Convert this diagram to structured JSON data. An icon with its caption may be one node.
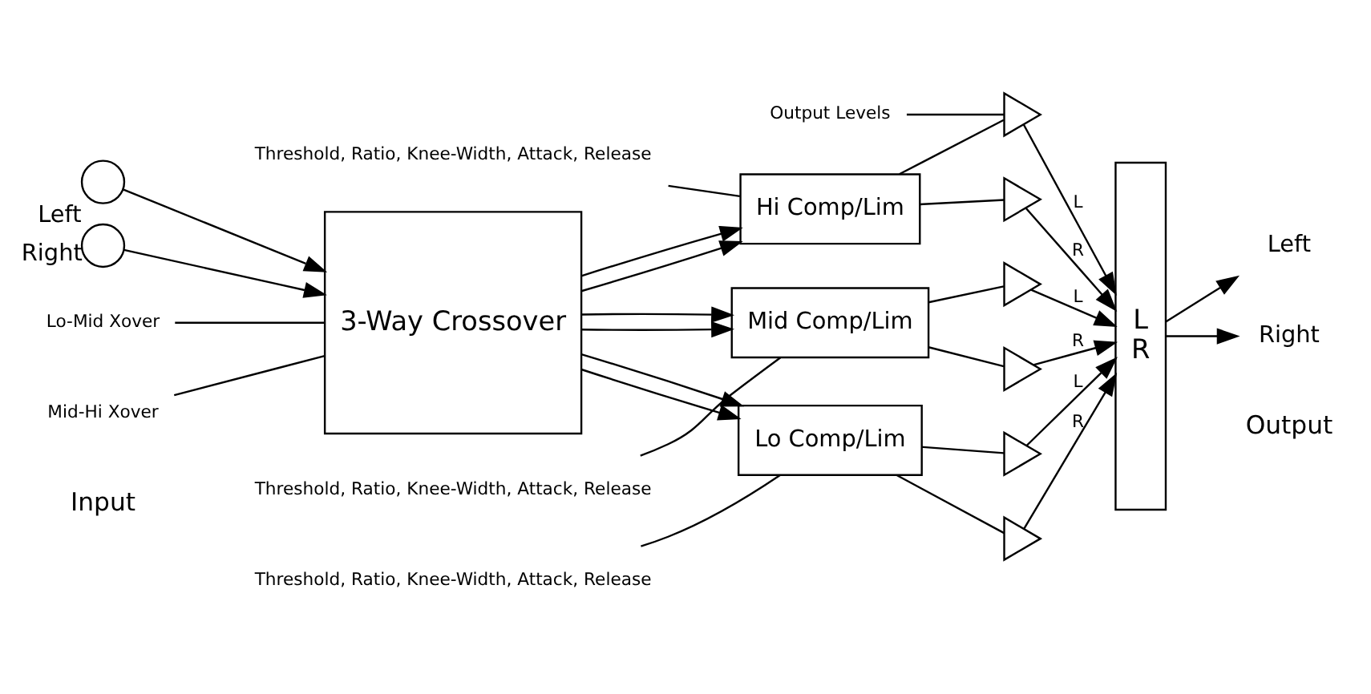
{
  "diagram": {
    "nodes": [
      {
        "text": [],
        "shape": "circle",
        "beside": [
          "Left"
        ]
      },
      {
        "text": [],
        "shape": "circle",
        "beside": [
          "Right"
        ]
      },
      {
        "text": [
          "3-Way Crossover"
        ]
      },
      {
        "text": [
          "Lo-Mid Xover"
        ]
      },
      {
        "text": [
          "Mid-Hi Xover"
        ]
      },
      {
        "text": [
          "Hi Comp/Lim"
        ]
      },
      {
        "text": [
          "Mid Comp/Lim"
        ]
      },
      {
        "text": [
          "Lo Comp/Lim"
        ]
      },
      {
        "text": [
          "Threshold, Ratio, Knee-Width, Attack, Release"
        ]
      },
      {
        "text": [
          "Threshold, Ratio, Knee-Width, Attack, Release"
        ]
      },
      {
        "text": [
          "Threshold, Ratio, Knee-Width, Attack, Release"
        ]
      },
      {
        "text": [
          "Output Levels"
        ]
      },
      {
        "text": [],
        "shape": "triangle"
      },
      {
        "text": [],
        "shape": "triangle"
      },
      {
        "text": [],
        "shape": "triangle"
      },
      {
        "text": [],
        "shape": "triangle"
      },
      {
        "text": [],
        "shape": "triangle"
      },
      {
        "text": [],
        "shape": "triangle"
      },
      {
        "text": [
          "L",
          "R"
        ]
      },
      {
        "text": [
          "Left"
        ]
      },
      {
        "text": [
          "Right"
        ]
      }
    ],
    "edges": [
      {
        "from": 0,
        "to": 2,
        "arrow": "to"
      },
      {
        "from": 1,
        "to": 2,
        "arrow": "to"
      },
      {
        "from": 3,
        "to": 2,
        "arrow": "none"
      },
      {
        "from": 4,
        "to": 2,
        "arrow": "none"
      },
      {
        "from": 2,
        "to": 5,
        "arrow": "to"
      },
      {
        "from": 2,
        "to": 5,
        "arrow": "to"
      },
      {
        "from": 2,
        "to": 6,
        "arrow": "to"
      },
      {
        "from": 2,
        "to": 6,
        "arrow": "to"
      },
      {
        "from": 2,
        "to": 7,
        "arrow": "to"
      },
      {
        "from": 2,
        "to": 7,
        "arrow": "to"
      },
      {
        "from": 8,
        "to": 5,
        "arrow": "none"
      },
      {
        "from": 9,
        "to": 6,
        "arrow": "none"
      },
      {
        "from": 10,
        "to": 7,
        "arrow": "none"
      },
      {
        "from": 11,
        "to": 12,
        "arrow": "none"
      },
      {
        "from": 5,
        "to": 12,
        "arrow": "none"
      },
      {
        "from": 5,
        "to": 13,
        "arrow": "none"
      },
      {
        "from": 6,
        "to": 14,
        "arrow": "none"
      },
      {
        "from": 6,
        "to": 15,
        "arrow": "none"
      },
      {
        "from": 7,
        "to": 16,
        "arrow": "none"
      },
      {
        "from": 7,
        "to": 17,
        "arrow": "none"
      },
      {
        "from": 12,
        "to": 18,
        "arrow": "to",
        "label": "L"
      },
      {
        "from": 13,
        "to": 18,
        "arrow": "to",
        "label": "R"
      },
      {
        "from": 14,
        "to": 18,
        "arrow": "to",
        "label": "L"
      },
      {
        "from": 15,
        "to": 18,
        "arrow": "to",
        "label": "R"
      },
      {
        "from": 16,
        "to": 18,
        "arrow": "to",
        "label": "L"
      },
      {
        "from": 17,
        "to": 18,
        "arrow": "to",
        "label": "R"
      },
      {
        "from": 18,
        "to": 19,
        "arrow": "to"
      },
      {
        "from": 18,
        "to": 20,
        "arrow": "to"
      }
    ],
    "labels": [
      "Input",
      "Output"
    ]
  }
}
